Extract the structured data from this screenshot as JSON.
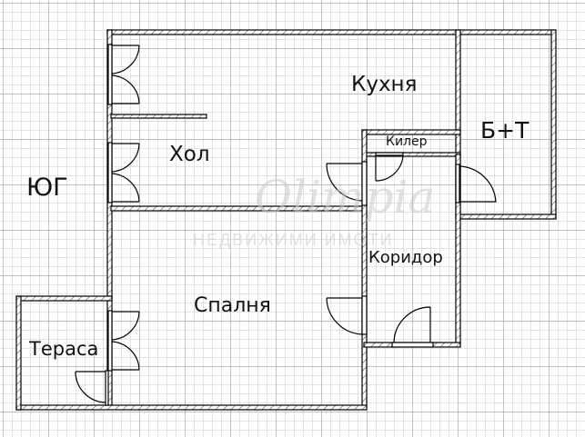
{
  "plan": {
    "orientation_label": "ЮГ",
    "rooms": [
      {
        "id": "kitchen",
        "label": "Кухня"
      },
      {
        "id": "hall",
        "label": "Хол"
      },
      {
        "id": "bathroom",
        "label": "Б+Т"
      },
      {
        "id": "storage",
        "label": "Килер"
      },
      {
        "id": "corridor",
        "label": "Коридор"
      },
      {
        "id": "bedroom",
        "label": "Спалня"
      },
      {
        "id": "terrace",
        "label": "Тераса"
      }
    ],
    "watermark": {
      "script": "Olimpia",
      "sub": "НЕДВИЖИМИ ИМОТИ"
    }
  },
  "colors": {
    "background": "#ffffff",
    "grid_minor": "#c8c8c8",
    "grid_major": "#9a9a9a",
    "wall": "#000000",
    "wall_fill": "#ffffff",
    "text": "#111111"
  }
}
